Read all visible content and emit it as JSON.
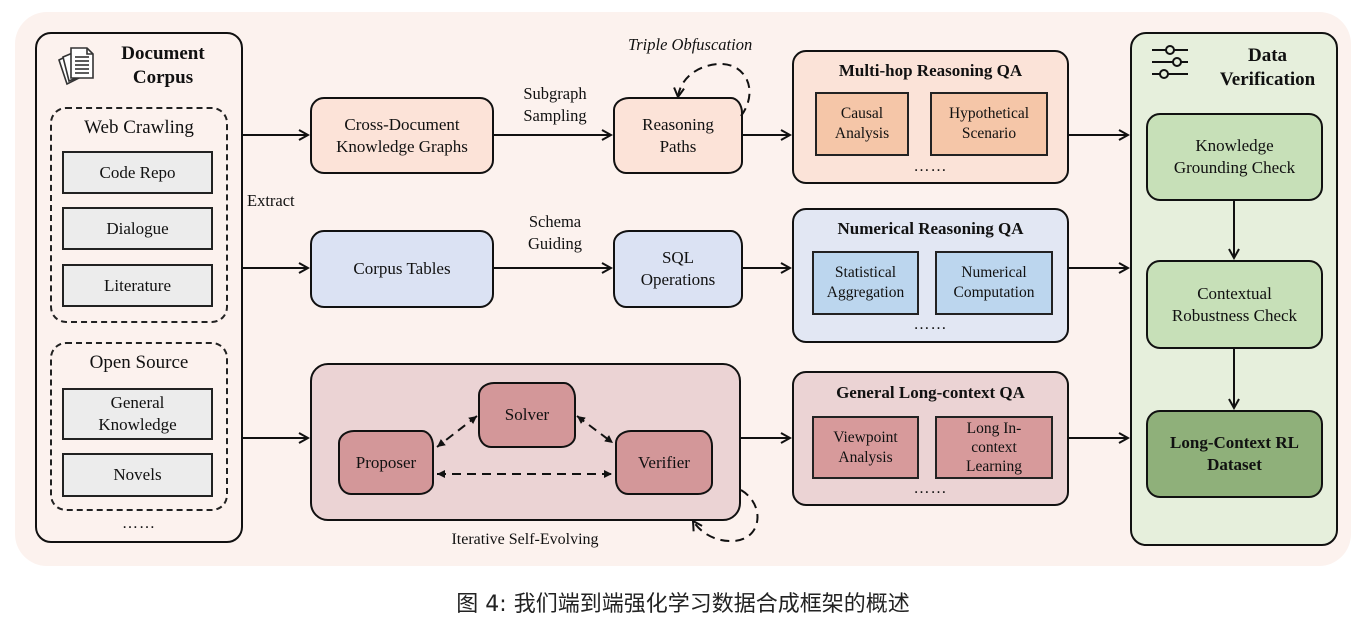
{
  "document_corpus": {
    "title_line1": "Document",
    "title_line2": "Corpus",
    "icon": "document-stack-icon",
    "web_crawling": {
      "label": "Web Crawling",
      "items": [
        "Code Repo",
        "Dialogue",
        "Literature"
      ]
    },
    "open_source": {
      "label": "Open Source",
      "items": [
        "General Knowledge",
        "Novels"
      ]
    },
    "more": "……"
  },
  "edge_labels": {
    "extract": "Extract",
    "subgraph_sampling_1": "Subgraph",
    "subgraph_sampling_2": "Sampling",
    "schema_guiding_1": "Schema",
    "schema_guiding_2": "Guiding",
    "triple_obfuscation": "Triple Obfuscation",
    "iterative_self_evolving": "Iterative Self-Evolving"
  },
  "pipeline": {
    "knowledge_graphs": "Cross-Document Knowledge Graphs",
    "reasoning_paths": "Reasoning Paths",
    "corpus_tables": "Corpus Tables",
    "sql_operations": "SQL Operations",
    "self_evolving": {
      "solver": "Solver",
      "proposer": "Proposer",
      "verifier": "Verifier"
    }
  },
  "qa_groups": [
    {
      "title": "Multi-hop Reasoning QA",
      "items": [
        "Causal Analysis",
        "Hypothetical Scenario"
      ],
      "more": "……",
      "color": "#fbe3d8",
      "item_color": "#f5c6a8"
    },
    {
      "title": "Numerical Reasoning QA",
      "items": [
        "Statistical Aggregation",
        "Numerical Computation"
      ],
      "more": "……",
      "color": "#e2e7f3",
      "item_color": "#bcd6ee"
    },
    {
      "title": "General Long-context QA",
      "items": [
        "Viewpoint Analysis",
        "Long In-context Learning"
      ],
      "more": "……",
      "color": "#ebd3d4",
      "item_color": "#d79a9b"
    }
  ],
  "data_verification": {
    "title_line1": "Data",
    "title_line2": "Verification",
    "icon": "sliders-icon",
    "steps": [
      "Knowledge Grounding Check",
      "Contextual Robustness Check"
    ],
    "output": "Long-Context RL Dataset"
  },
  "caption": "图 4: 我们端到端强化学习数据合成框架的概述",
  "colors": {
    "background": "#fcf2ee",
    "peach": "#fce3d8",
    "blue": "#dbe2f3",
    "rose": "#ebd3d4",
    "rose_dark": "#d39799",
    "green_panel": "#e6efdc",
    "green_box": "#c7e0b8",
    "green_dark": "#8fb07a"
  }
}
